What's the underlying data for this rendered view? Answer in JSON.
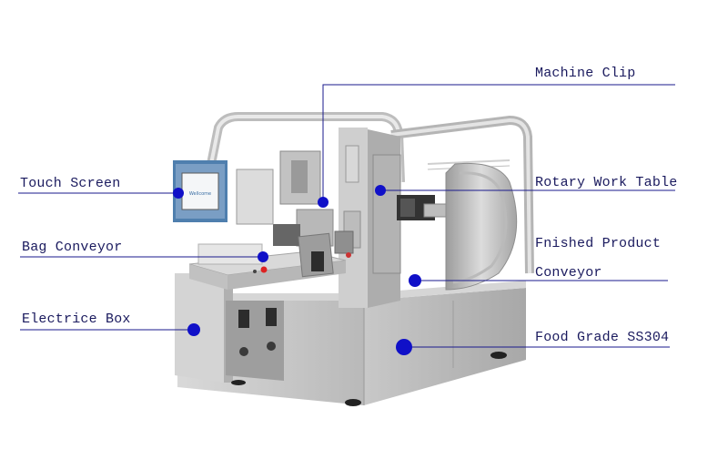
{
  "callouts": {
    "machine_clip": "Machine Clip",
    "touch_screen": "Touch Screen",
    "rotary_work_table": "Rotary Work Table",
    "bag_conveyor": "Bag Conveyor",
    "finished_product_line1": "Fnished Product",
    "finished_product_line2": "Conveyor",
    "electric_box": "Electrice Box",
    "food_grade": "Food Grade SS304"
  },
  "screen_text": "Wellcome",
  "colors": {
    "callout_line": "#1a1a8c",
    "callout_dot": "#1010c8",
    "label_text": "#1a1a5e",
    "steel_light": "#e2e2e2",
    "steel_mid": "#c4c4c4",
    "steel_dark": "#8e8e8e",
    "screen_frame": "#4f7fae"
  }
}
